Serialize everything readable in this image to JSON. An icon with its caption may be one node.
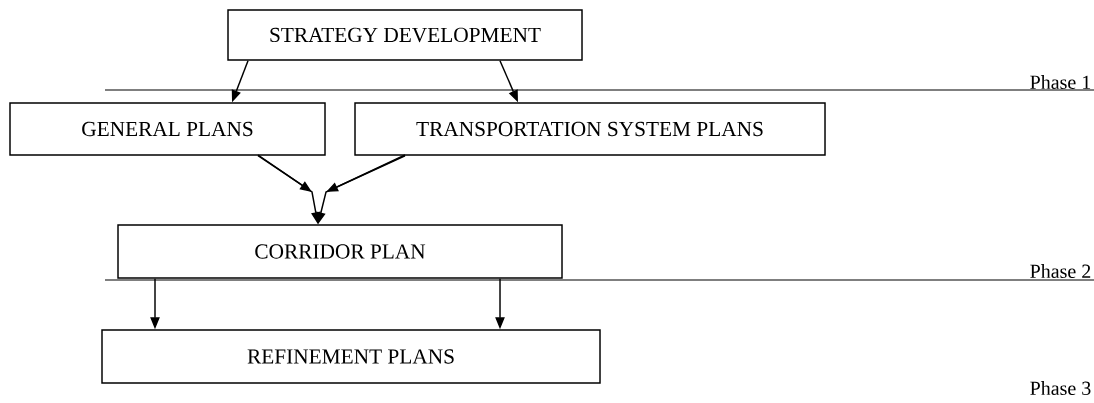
{
  "diagram": {
    "nodes": [
      {
        "text": [
          "STRATEGY DEVELOPMENT"
        ]
      },
      {
        "text": [
          "GENERAL PLANS"
        ]
      },
      {
        "text": [
          "TRANSPORTATION SYSTEM PLANS"
        ]
      },
      {
        "text": [
          "CORRIDOR PLAN"
        ]
      },
      {
        "text": [
          "REFINEMENT PLANS"
        ]
      }
    ],
    "edges": [
      {
        "from": 0,
        "to": 1,
        "arrow": "to"
      },
      {
        "from": 0,
        "to": 2,
        "arrow": "to"
      },
      {
        "from": 1,
        "to": 3,
        "arrow": "to"
      },
      {
        "from": 2,
        "to": 3,
        "arrow": "to"
      },
      {
        "from": 3,
        "to": 4,
        "arrow": "to"
      },
      {
        "from": 3,
        "to": 4,
        "arrow": "to"
      }
    ],
    "labels": [
      "Phase 1",
      "Phase 2",
      "Phase 3"
    ]
  }
}
